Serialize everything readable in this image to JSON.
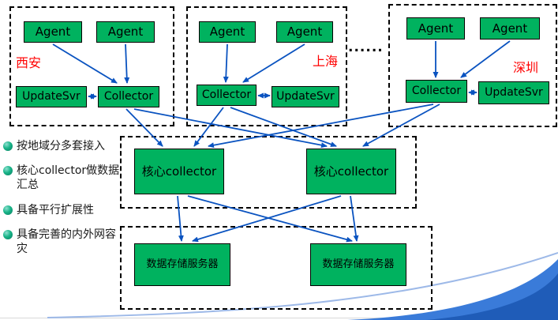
{
  "regions": [
    {
      "name": "西安",
      "agents": [
        "Agent",
        "Agent"
      ],
      "update": "UpdateSvr",
      "collector": "Collector"
    },
    {
      "name": "上海",
      "agents": [
        "Agent",
        "Agent"
      ],
      "update": "UpdateSvr",
      "collector": "Collector"
    },
    {
      "name": "深圳",
      "agents": [
        "Agent",
        "Agent"
      ],
      "update": "UpdateSvr",
      "collector": "Collector"
    }
  ],
  "ellipsis": "......",
  "core_collectors": [
    "核心collector",
    "核心collector"
  ],
  "storage_servers": [
    "数据存储服务器",
    "数据存储服务器"
  ],
  "bullets": [
    "按地域分多套接入",
    "核心collector做数据汇总",
    "具备平行扩展性",
    "具备完善的内外网容灾"
  ],
  "colors": {
    "node_green": "#00b25f",
    "arrow_blue": "#0a53c0",
    "region_label_red": "#ff0000",
    "dashed_border": "#000000"
  }
}
